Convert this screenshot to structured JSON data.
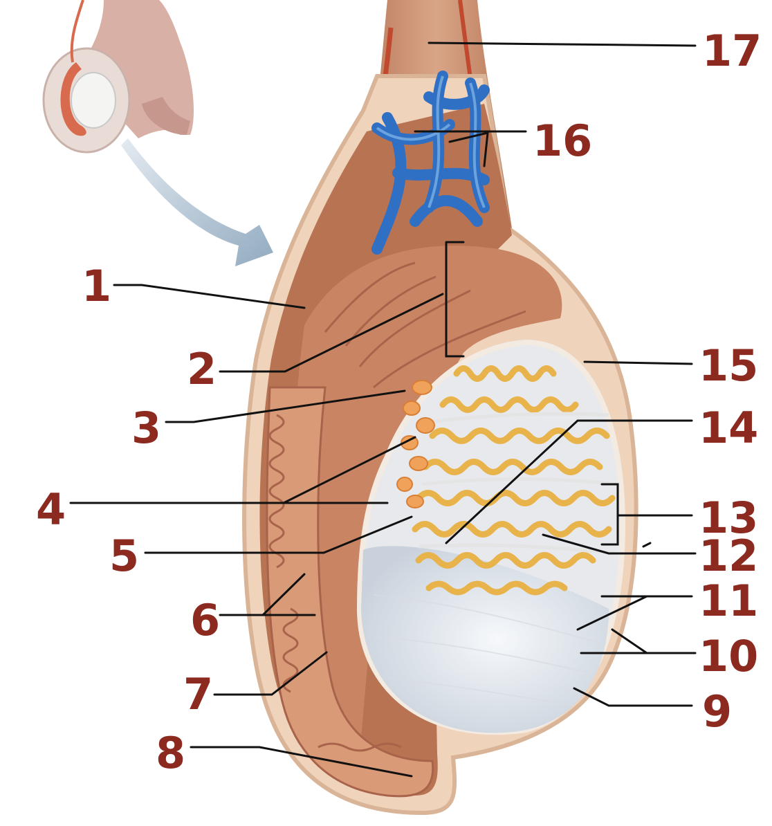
{
  "labels": [
    {
      "id": "1",
      "text": "1"
    },
    {
      "id": "2",
      "text": "2"
    },
    {
      "id": "3",
      "text": "3"
    },
    {
      "id": "4",
      "text": "4"
    },
    {
      "id": "5",
      "text": "5"
    },
    {
      "id": "6",
      "text": "6"
    },
    {
      "id": "7",
      "text": "7"
    },
    {
      "id": "8",
      "text": "8"
    },
    {
      "id": "9",
      "text": "9"
    },
    {
      "id": "10",
      "text": "10"
    },
    {
      "id": "11",
      "text": "11"
    },
    {
      "id": "12",
      "text": "12"
    },
    {
      "id": "13",
      "text": "13"
    },
    {
      "id": "14",
      "text": "14"
    },
    {
      "id": "15",
      "text": "15"
    },
    {
      "id": "16",
      "text": "16"
    },
    {
      "id": "17",
      "text": "17"
    }
  ],
  "colors": {
    "label_ink": "#8c2a1f",
    "leader_line": "#111111",
    "scrotum_skin": "#e9c4a5",
    "epididymis": "#cf8a6a",
    "seminiferous_tubules": "#e8b34a",
    "rete_testis": "#f0a25a",
    "tunica_albuginea": "#e8ecf0",
    "veins": "#2f6fc4",
    "arteries": "#c2432a",
    "arrow": "#8fa9c0"
  }
}
